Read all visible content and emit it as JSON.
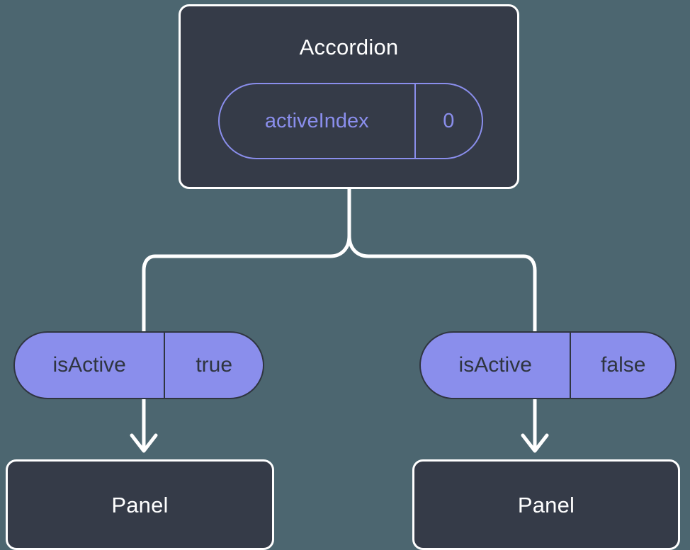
{
  "diagram": {
    "title_node": {
      "label": "Accordion",
      "state_pill": {
        "key": "activeIndex",
        "value": "0"
      }
    },
    "branches": [
      {
        "prop_pill": {
          "key": "isActive",
          "value": "true"
        },
        "child": {
          "label": "Panel"
        }
      },
      {
        "prop_pill": {
          "key": "isActive",
          "value": "false"
        },
        "child": {
          "label": "Panel"
        }
      }
    ]
  },
  "colors": {
    "background": "#4c6670",
    "node_fill": "#353b48",
    "node_border": "#ffffff",
    "accent_purple": "#8a8eec",
    "pill_text_dark": "#2f3540",
    "connector": "#ffffff"
  }
}
